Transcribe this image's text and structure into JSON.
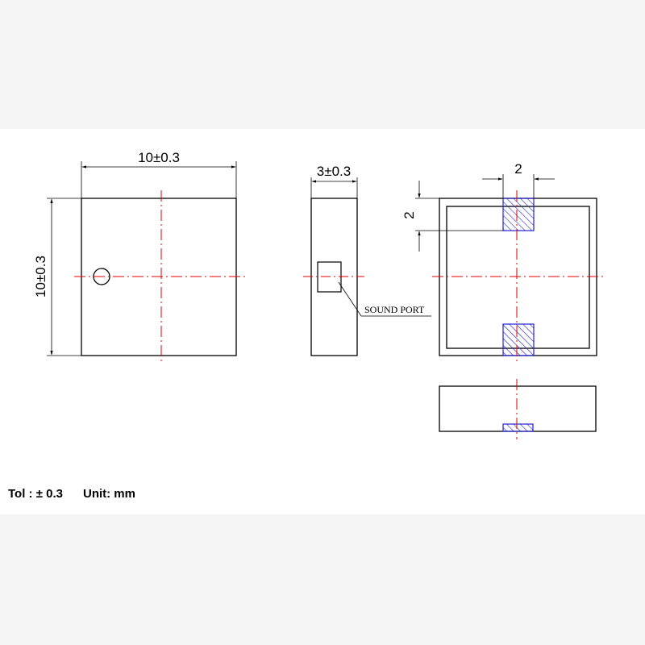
{
  "dimensions": {
    "top_width": "10±0.3",
    "left_height": "10±0.3",
    "side_thickness": "3±0.3",
    "pad_width": "2",
    "pad_height": "2"
  },
  "labels": {
    "sound_port": "SOUND PORT"
  },
  "footer": {
    "tolerance": "Tol : ± 0.3",
    "unit": "Unit: mm"
  },
  "colors": {
    "outline": "#000000",
    "centerline": "#e00000",
    "pad_hatch": "#2222cc",
    "background_band": "#f5f5f5",
    "drawing_background": "#ffffff"
  }
}
